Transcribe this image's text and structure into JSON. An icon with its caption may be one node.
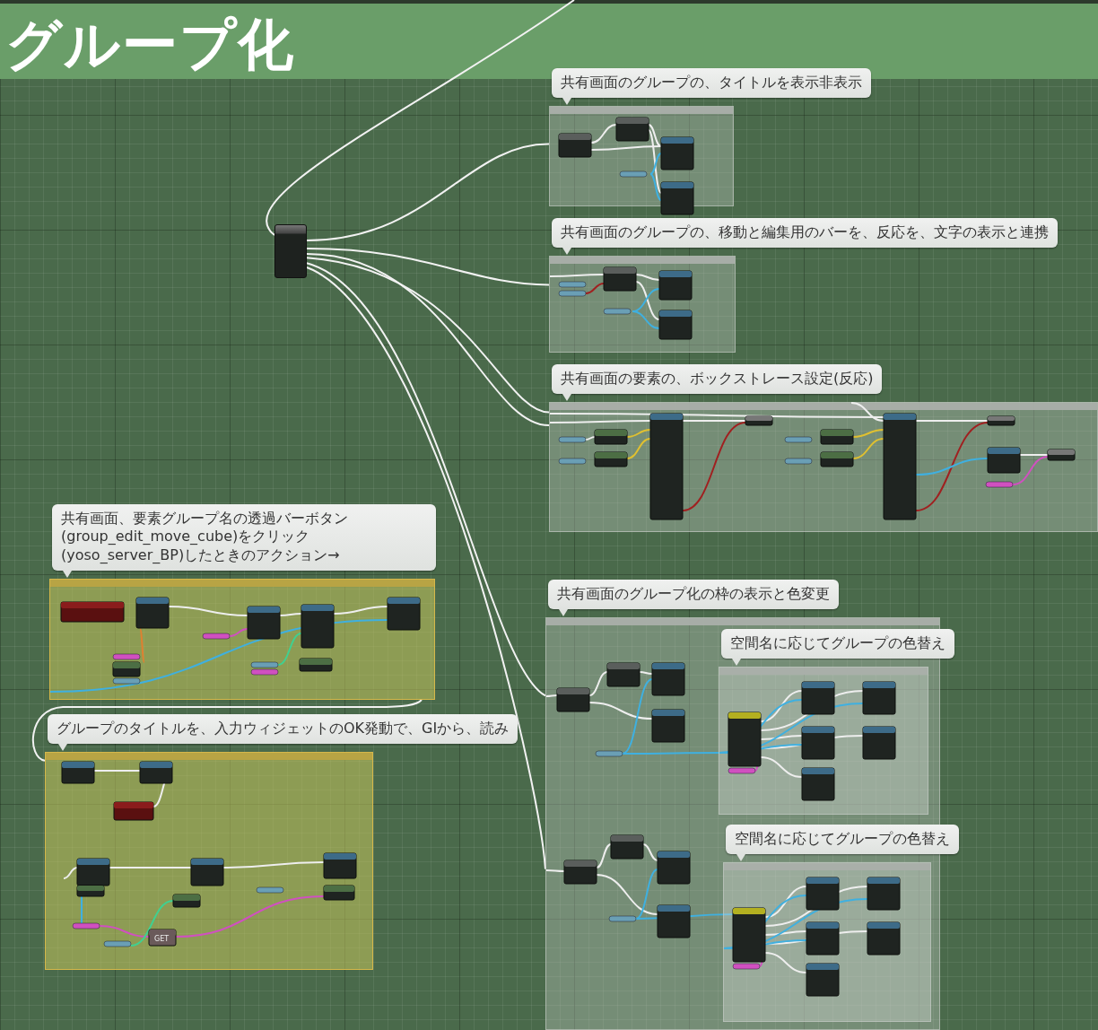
{
  "diagram": {
    "title": "グループ化",
    "nodes": [
      {
        "text": [],
        "shape": "box"
      },
      {
        "text": [
          "共有画面のグループの、タイトルを表示非表示"
        ]
      },
      {
        "text": [
          "共有画面のグループの、移動と編集用のバーを、反応を、文字の表示と連携"
        ]
      },
      {
        "text": [
          "共有画面の要素の、ボックストレース設定(反応)"
        ]
      },
      {
        "text": [
          "共有画面、要素グループ名の透過バーボタン(group_edit_move_cube)をクリック(yoso_server_BP)したときのアクション→"
        ]
      },
      {
        "text": [
          "共有画面のグループ化の枠の表示と色変更"
        ]
      },
      {
        "text": [
          "空間名に応じてグループの色替え"
        ],
        "in": 5
      },
      {
        "text": [
          "グループのタイトルを、入力ウィジェットのOK発動で、GIから、読み"
        ]
      },
      {
        "text": [
          "空間名に応じてグループの色替え"
        ],
        "in": 5
      }
    ],
    "edges": [
      {
        "from": null,
        "to": 0,
        "arrow": "none"
      },
      {
        "from": 0,
        "to": 1,
        "arrow": "none"
      },
      {
        "from": 0,
        "to": 2,
        "arrow": "none"
      },
      {
        "from": 0,
        "to": 3,
        "arrow": "none"
      },
      {
        "from": 0,
        "to": 3,
        "arrow": "none"
      },
      {
        "from": 0,
        "to": 5,
        "arrow": "none"
      },
      {
        "from": 0,
        "to": 5,
        "arrow": "none"
      },
      {
        "from": 7,
        "to": 4,
        "arrow": "none"
      }
    ],
    "labels": [
      "GET"
    ]
  }
}
